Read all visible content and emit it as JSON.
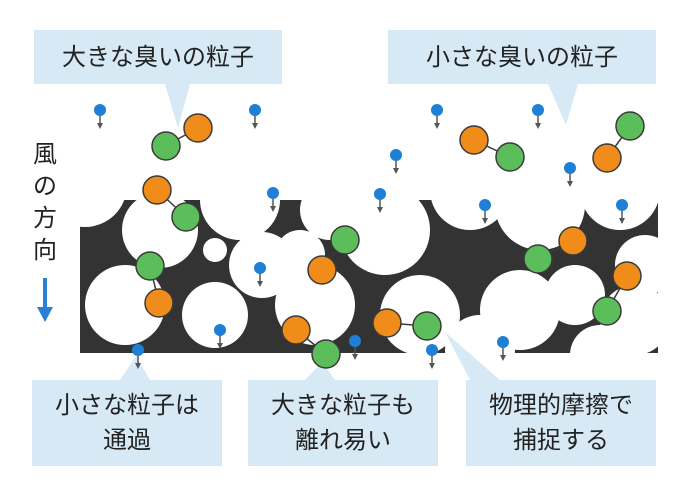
{
  "labels": {
    "large_odor": "大きな臭いの粒子",
    "small_odor": "小さな臭いの粒子",
    "small_pass_line1": "小さな粒子は",
    "small_pass_line2": "通過",
    "large_detach_line1": "大きな粒子も",
    "large_detach_line2": "離れ易い",
    "friction_line1": "物理的摩擦で",
    "friction_line2": "捕捉する"
  },
  "wind": {
    "chars": [
      "風",
      "の",
      "方",
      "向"
    ]
  },
  "colors": {
    "filter": "#333333",
    "label_bg": "#d7e9f5",
    "orange": "#f08c1a",
    "green": "#5cbe5a",
    "blue": "#1f7fd6",
    "arrow": "#2a7fd4"
  }
}
